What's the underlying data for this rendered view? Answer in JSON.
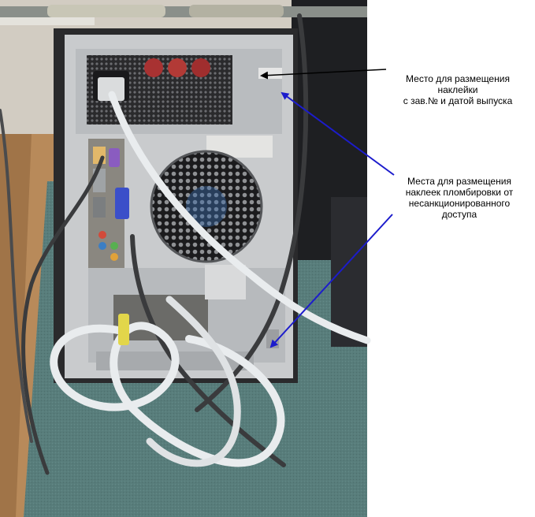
{
  "annotations": {
    "serial_label": {
      "lines": [
        "Место для размещения",
        "наклейки",
        "с зав.№ и датой выпуска"
      ]
    },
    "seal_label": {
      "lines": [
        "Места для размещения",
        "наклеек пломбировки от",
        "несанкционированного",
        "доступа"
      ]
    }
  },
  "colors": {
    "carpet": "#587d7b",
    "case_back": "#c9cbcd",
    "case_frame": "#2a2a2c",
    "cable_white": "#e9ecee",
    "cable_dark": "#3a3b3d",
    "arrow_black": "#000000",
    "arrow_blue": "#1c1ccc",
    "connector_yellow": "#e2d64a",
    "connector_blue": "#3b4fc9",
    "connector_purple": "#8a5cc0"
  }
}
